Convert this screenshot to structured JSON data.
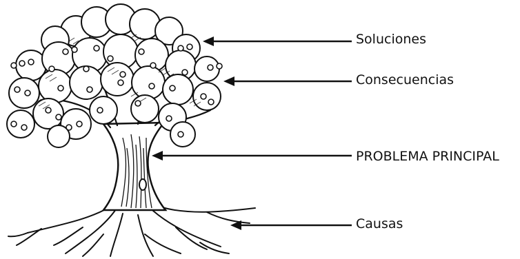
{
  "diagram": {
    "labels": {
      "soluciones": "Soluciones",
      "consecuencias": "Consecuencias",
      "problema": "PROBLEMA PRINCIPAL",
      "causas": "Causas"
    },
    "colors": {
      "ink": "#111111",
      "background": "#ffffff"
    },
    "illustration": "tree-with-roots-trunk-and-fruit-canopy"
  }
}
